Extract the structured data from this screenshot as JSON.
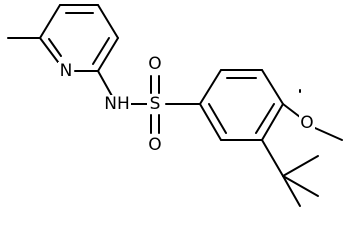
{
  "molecule": {
    "atoms": {
      "pyridine_n": "N",
      "sulfonamide_nh": "NH",
      "sulfur": "S",
      "oxygen_top": "O",
      "oxygen_bottom": "O",
      "methoxy_o": "O"
    }
  }
}
